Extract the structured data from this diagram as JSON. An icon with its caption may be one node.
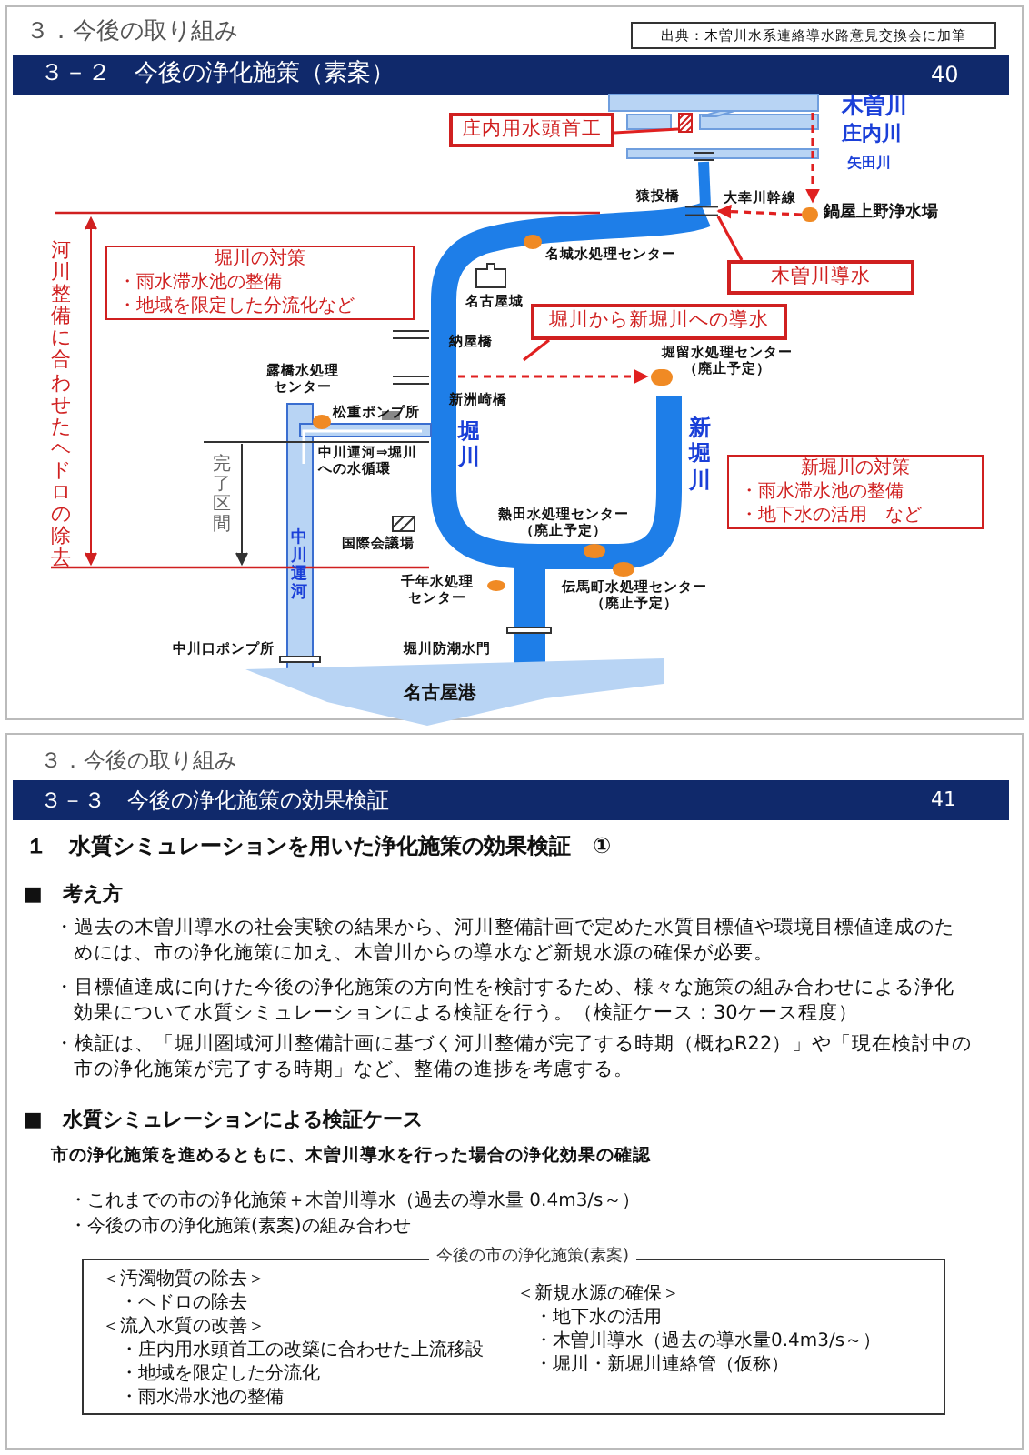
{
  "diagram": {
    "nodes": [
      {
        "text": [
          "庄内用水頭首工"
        ]
      },
      {
        "text": [],
        "shape": "box"
      },
      {
        "text": [
          "鍋屋上野浄水場"
        ]
      },
      {
        "text": [
          "堀川の対策",
          "・雨水滞水池の整備",
          "・地域を限定した分流化など"
        ]
      },
      {
        "text": [
          "木曽川導水"
        ]
      },
      {
        "text": [
          "堀川から新堀川への導水"
        ]
      },
      {
        "text": [
          "堀留水処理センター（廃止予定）"
        ]
      },
      {
        "text": [
          "新堀川の対策",
          "・雨水滞水池の整備",
          "・地下水の活用　など"
        ]
      },
      {
        "text": [],
        "shape": "bar"
      },
      {
        "text": [
          "今後の市の浄化施策(素案)",
          "＜汚濁物質の除去＞",
          "・ヘドロの除去",
          "＜流入水質の改善＞",
          "・庄内用水頭首工の改築に合わせた上流移設",
          "・地域を限定した分流化",
          "・雨水滞水池の整備",
          "＜新規水源の確保＞",
          "・地下水の活用",
          "・木曽川導水（過去の導水量0.4m3/s～）",
          "・堀川・新堀川連絡管（仮称）"
        ]
      }
    ],
    "edges": [
      {
        "from": 0,
        "to": 1,
        "arrow": "none"
      },
      {
        "from": null,
        "to": 2,
        "arrow": "to",
        "style": "dashed"
      },
      {
        "from": 2,
        "to": 8,
        "arrow": "to",
        "style": "dashed"
      },
      {
        "from": 4,
        "to": 8,
        "arrow": "none"
      },
      {
        "from": 5,
        "to": null,
        "arrow": "none"
      },
      {
        "from": null,
        "to": 6,
        "arrow": "to",
        "style": "dashed"
      }
    ],
    "labels": [
      "３．今後の取り組み",
      "出典：木曽川水系連絡導水路意見交換会に加筆",
      "３－２　今後の浄化施策（素案）",
      "40",
      "木曽川",
      "庄内川",
      "矢田川",
      "猿投橋",
      "大幸川幹線",
      "河川整備に合わせたヘドロの除去",
      "名城水処理センター",
      "名古屋城",
      "納屋橋",
      "露橋水処理センター",
      "新洲崎橋",
      "松重ポンプ所",
      "堀川",
      "新堀川",
      "完了区間",
      "中川運河⇒堀川への水循環",
      "国際会議場",
      "中川運河",
      "熱田水処理センター（廃止予定）",
      "千年水処理センター",
      "伝馬町水処理センター（廃止予定）",
      "中川口ポンプ所",
      "堀川防潮水門",
      "名古屋港",
      "３．今後の取り組み",
      "３－３　今後の浄化施策の効果検証",
      "41",
      "１　水質シミュレーションを用いた浄化施策の効果検証　①",
      "■　考え方",
      "・過去の木曽川導水の社会実験の結果から、河川整備計画で定めた水質目標値や環境目標値達成のためには、市の浄化施策に加え、木曽川からの導水など新規水源の確保が必要。",
      "・目標値達成に向けた今後の浄化施策の方向性を検討するため、様々な施策の組み合わせによる浄化効果について水質シミュレーションによる検証を行う。（検証ケース：30ケース程度）",
      "・検証は、「堀川圏域河川整備計画に基づく河川整備が完了する時期（概ねR22）」や「現在検討中の市の浄化施策が完了する時期」など、整備の進捗を考慮する。",
      "■　水質シミュレーションによる検証ケース",
      "市の浄化施策を進めるともに、木曽川導水を行った場合の浄化効果の確認",
      "・これまでの市の浄化施策＋木曽川導水（過去の導水量 0.4m3/s～）",
      "・今後の市の浄化施策(素案)の組み合わせ"
    ]
  }
}
